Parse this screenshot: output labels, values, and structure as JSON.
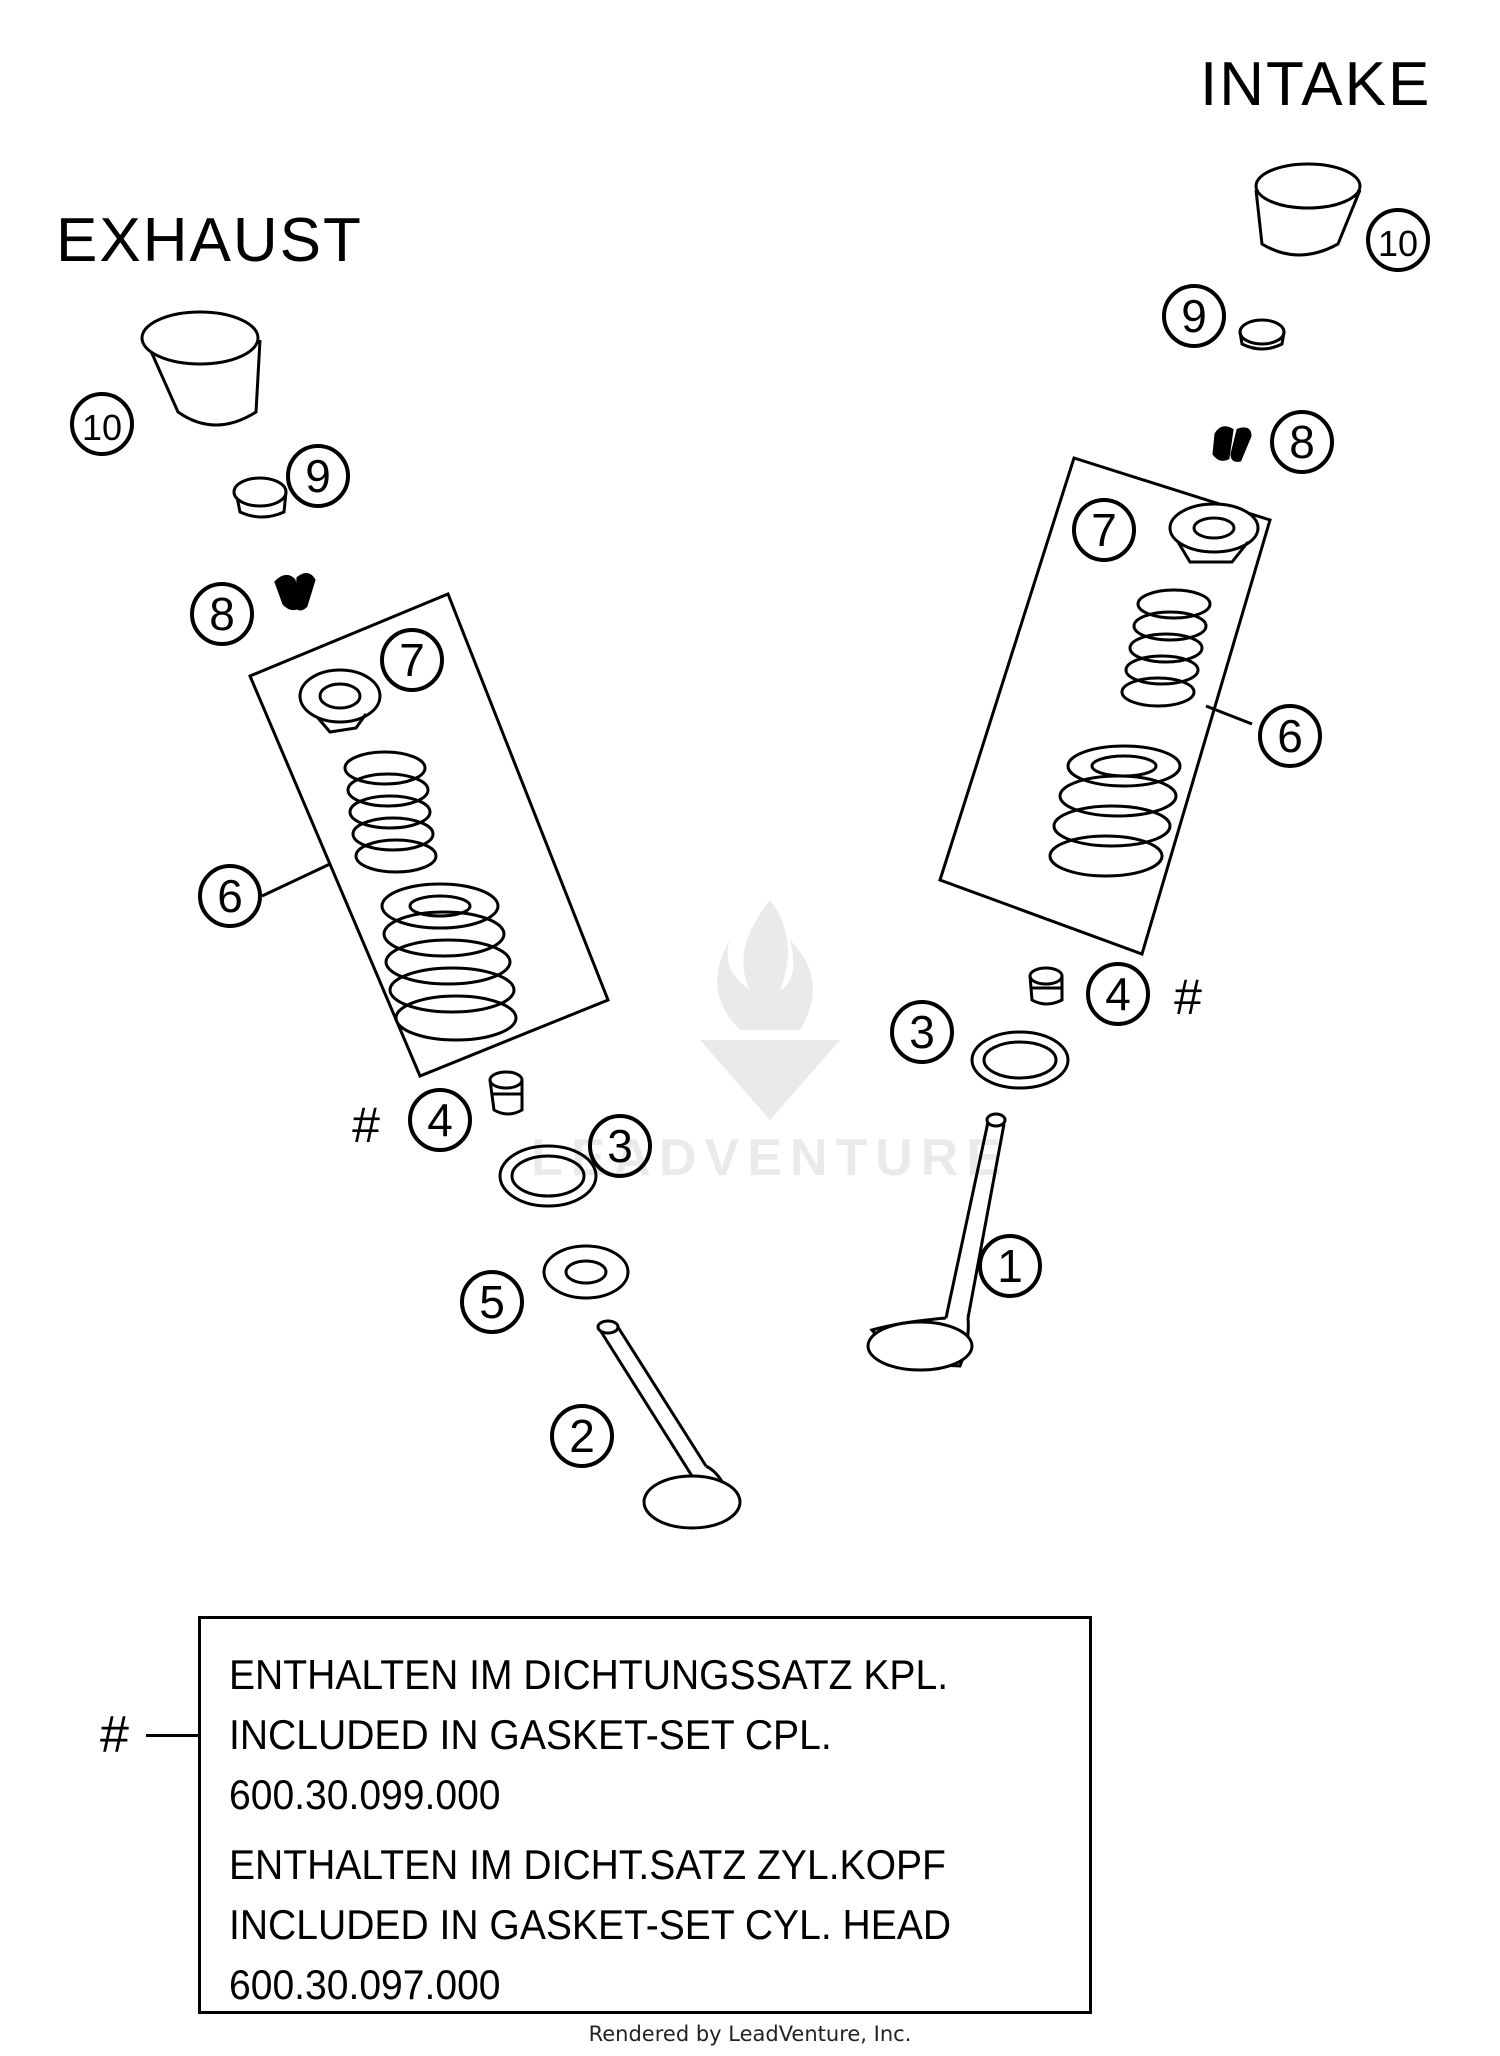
{
  "titles": {
    "intake": "INTAKE",
    "exhaust": "EXHAUST"
  },
  "callouts": {
    "c1": "1",
    "c2": "2",
    "c3": "3",
    "c4": "4",
    "c5": "5",
    "c6": "6",
    "c7": "7",
    "c8": "8",
    "c9": "9",
    "c10": "10",
    "hash": "#"
  },
  "note": {
    "lines": [
      "ENTHALTEN IM DICHTUNGSSATZ KPL.",
      "INCLUDED IN GASKET-SET CPL.",
      "600.30.099.000",
      "ENTHALTEN IM DICHT.SATZ ZYL.KOPF",
      "INCLUDED IN GASKET-SET CYL. HEAD",
      "600.30.097.000"
    ]
  },
  "watermark": "LEADVENTURE",
  "footer": "Rendered by LeadVenture, Inc."
}
